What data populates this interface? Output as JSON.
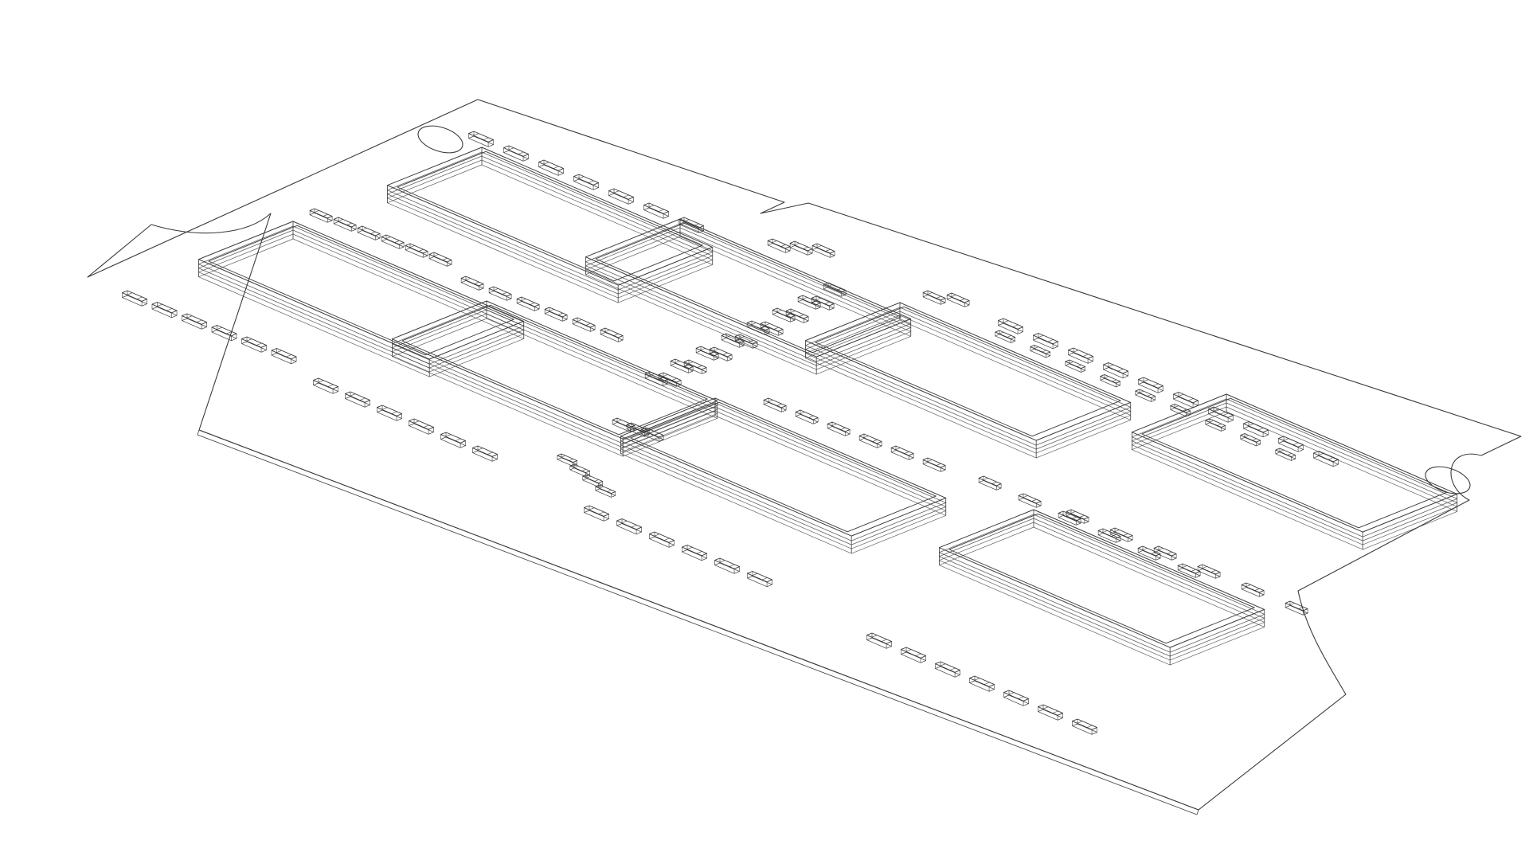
{
  "scene": {
    "subject": "memory-module-wireframe",
    "style": "line-drawing",
    "background_color": "#ffffff",
    "line_color": "#3a3a3a",
    "chip_count": 8,
    "mounting_hole_count": 2,
    "notch_count": 3
  }
}
